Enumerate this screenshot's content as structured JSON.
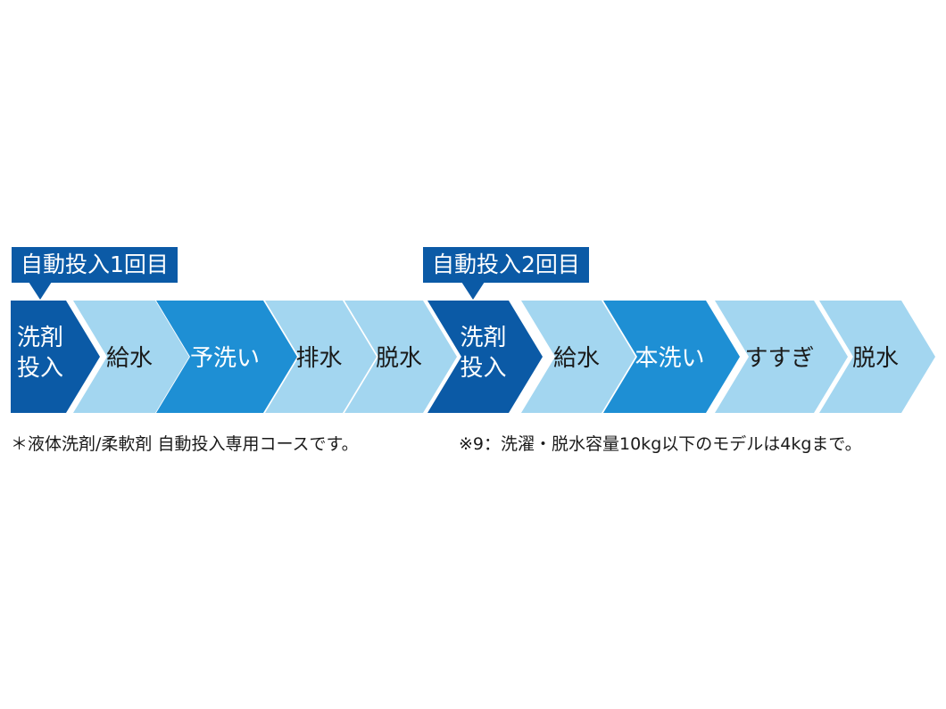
{
  "callouts": [
    {
      "label": "自動投入1回目"
    },
    {
      "label": "自動投入2回目"
    }
  ],
  "colors": {
    "dark": "#0b5aa6",
    "medium": "#1e8fd4",
    "light": "#a3d6f0",
    "text_light": "#ffffff",
    "text_dark": "#1a1a1a"
  },
  "steps": [
    {
      "lines": [
        "洗剤",
        "投入"
      ],
      "shade": "dark"
    },
    {
      "lines": [
        "給水"
      ],
      "shade": "light"
    },
    {
      "lines": [
        "予洗い"
      ],
      "shade": "medium"
    },
    {
      "lines": [
        "排水"
      ],
      "shade": "light"
    },
    {
      "lines": [
        "脱水"
      ],
      "shade": "light"
    },
    {
      "lines": [
        "洗剤",
        "投入"
      ],
      "shade": "dark"
    },
    {
      "lines": [
        "給水"
      ],
      "shade": "light"
    },
    {
      "lines": [
        "本洗い"
      ],
      "shade": "medium"
    },
    {
      "lines": [
        "すすぎ"
      ],
      "shade": "light"
    },
    {
      "lines": [
        "脱水"
      ],
      "shade": "light"
    }
  ],
  "notes": {
    "left": "＊液体洗剤/柔軟剤 自動投入専用コースです。",
    "right": "※9：洗濯・脱水容量10kg以下のモデルは4kgまで。"
  }
}
